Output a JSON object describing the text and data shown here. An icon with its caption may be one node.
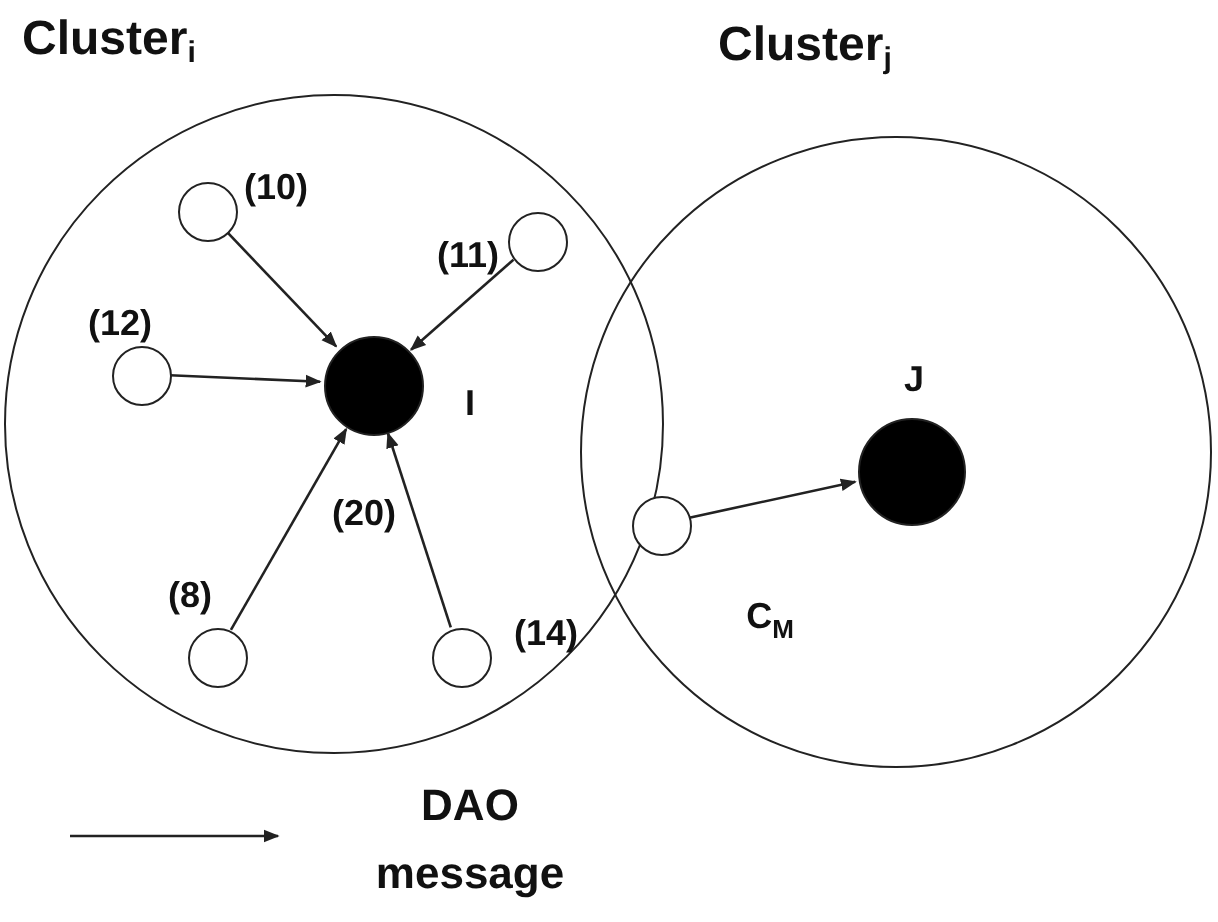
{
  "diagram": {
    "nodes": [
      {
        "text": [
          "Cluster$_{i}$"
        ]
      },
      {
        "text": [],
        "shape": "circle",
        "in": 0,
        "beside": [
          "(10)"
        ]
      },
      {
        "text": [],
        "shape": "circle",
        "in": 0,
        "beside": [
          "(11)"
        ]
      },
      {
        "text": [],
        "shape": "circle",
        "in": 0,
        "beside": [
          "(12)"
        ]
      },
      {
        "text": [],
        "shape": "circle",
        "in": 0,
        "beside": [
          "I",
          "(20)"
        ]
      },
      {
        "text": [],
        "shape": "circle",
        "in": 0,
        "beside": [
          "(8)"
        ]
      },
      {
        "text": [],
        "shape": "circle",
        "in": 0,
        "beside": [
          "(14)"
        ]
      },
      {
        "text": [
          "Cluster$_{j}$"
        ]
      },
      {
        "text": [],
        "shape": "circle",
        "in": 7,
        "beside": [
          "J"
        ]
      },
      {
        "text": [],
        "shape": "circle",
        "in": 7,
        "beside": [
          "C$_{M}$"
        ]
      }
    ],
    "edges": [
      {
        "from": 1,
        "to": 4,
        "arrow": "to"
      },
      {
        "from": 2,
        "to": 4,
        "arrow": "to"
      },
      {
        "from": 3,
        "to": 4,
        "arrow": "to"
      },
      {
        "from": 5,
        "to": 4,
        "arrow": "to"
      },
      {
        "from": 6,
        "to": 4,
        "arrow": "to"
      },
      {
        "from": 9,
        "to": 8,
        "arrow": "to"
      }
    ],
    "legend": [
      {
        "text": "DAO message"
      }
    ]
  }
}
